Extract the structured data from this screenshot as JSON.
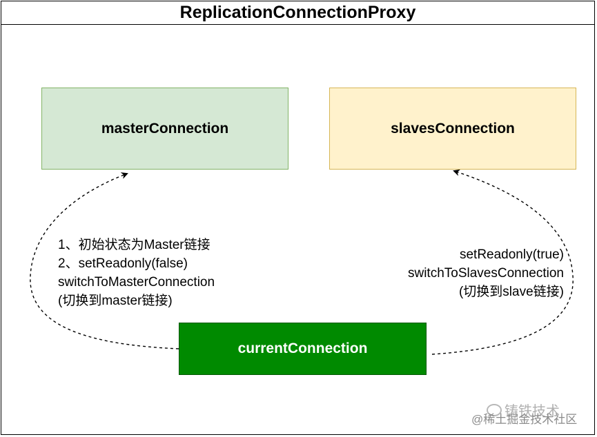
{
  "title": "ReplicationConnectionProxy",
  "nodes": {
    "master": "masterConnection",
    "slaves": "slavesConnection",
    "current": "currentConnection"
  },
  "edges": {
    "to_master": [
      "1、初始状态为Master链接",
      "2、setReadonly(false)",
      "switchToMasterConnection",
      "(切换到master链接)"
    ],
    "to_slaves": [
      "setReadonly(true)",
      "switchToSlavesConnection",
      "(切换到slave链接)"
    ]
  },
  "watermark": {
    "line1": "铸铁技术",
    "line2": "@稀土掘金技术社区",
    "icon": "wechat-icon"
  }
}
